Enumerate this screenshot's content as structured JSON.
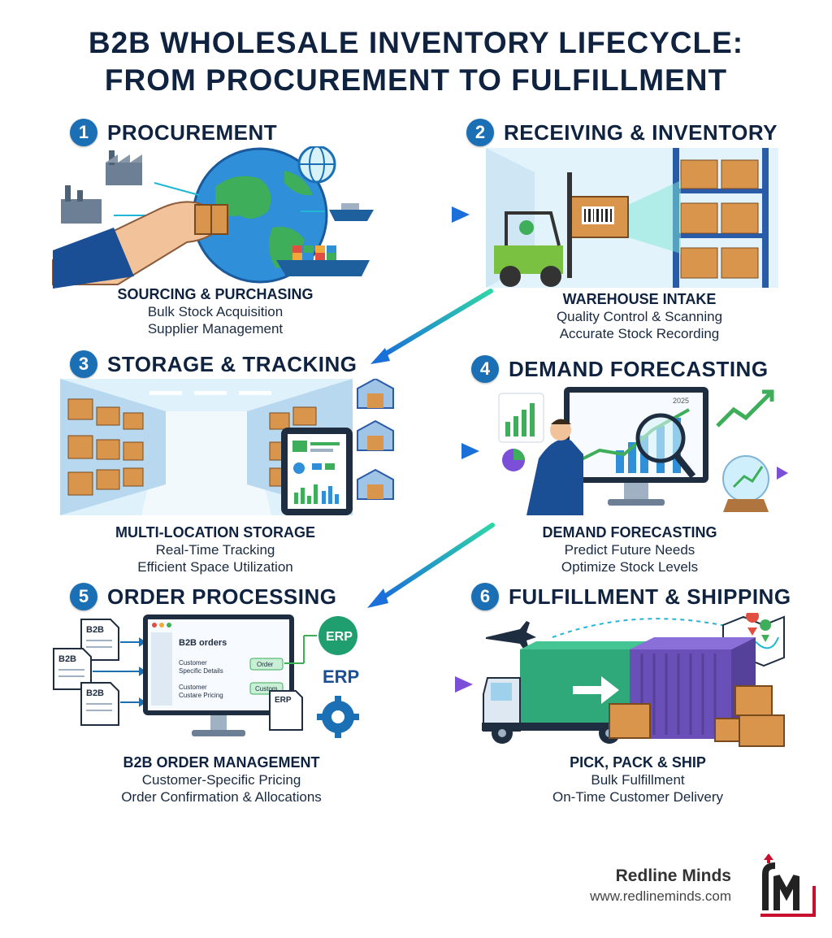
{
  "title": {
    "line1": "B2B WHOLESALE INVENTORY LIFECYCLE:",
    "line2": "FROM PROCUREMENT TO FULFILLMENT"
  },
  "steps": [
    {
      "number": "1",
      "heading": "PROCUREMENT",
      "caption_title": "SOURCING & PURCHASING",
      "lines": [
        "Bulk Stock Acquisition",
        "Supplier Management"
      ]
    },
    {
      "number": "2",
      "heading": "RECEIVING & INVENTORY",
      "caption_title": "WAREHOUSE INTAKE",
      "lines": [
        "Quality Control & Scanning",
        "Accurate Stock Recording"
      ]
    },
    {
      "number": "3",
      "heading": "STORAGE & TRACKING",
      "caption_title": "MULTI-LOCATION STORAGE",
      "lines": [
        "Real-Time Tracking",
        "Efficient Space Utilization"
      ]
    },
    {
      "number": "4",
      "heading": "DEMAND FORECASTING",
      "caption_title": "DEMAND FORECASTING",
      "lines": [
        "Predict Future Needs",
        "Optimize Stock Levels"
      ]
    },
    {
      "number": "5",
      "heading": "ORDER PROCESSING",
      "caption_title": "B2B ORDER MANAGEMENT",
      "lines": [
        "Customer-Specific Pricing",
        "Order Confirmation & Allocations"
      ]
    },
    {
      "number": "6",
      "heading": "FULFILLMENT & SHIPPING",
      "caption_title": "PICK, PACK & SHIP",
      "lines": [
        "Bulk Fulfillment",
        "On-Time Customer Delivery"
      ]
    }
  ],
  "illustration_labels": {
    "forecast_year": "2025",
    "doc_label": "B2B",
    "screen_title": "B2B orders",
    "row1_text_a": "Customer",
    "row1_text_b": "Specific Details",
    "row1_button": "Order",
    "row2_text_a": "Customer",
    "row2_text_b": "Custare Pricing",
    "row2_button": "Custom",
    "erp_badge": "ERP",
    "erp_text": "ERP",
    "erp_doc": "ERP"
  },
  "brand": {
    "name": "Redline Minds",
    "url": "www.redlineminds.com"
  },
  "colors": {
    "navy": "#0f2341",
    "step_badge": "#1b6fb5",
    "arrow_start": "#2fd6a8",
    "arrow_end": "#1a6fd8",
    "purple_arrow": "#7b4fd8",
    "brand_red": "#c8102e"
  },
  "icons": [
    "globe-icon",
    "factory-icon",
    "ship-icon",
    "forklift-icon",
    "warehouse-icon",
    "tablet-icon",
    "monitor-icon",
    "magnifier-icon",
    "crystal-ball-icon",
    "document-icon",
    "gear-icon",
    "airplane-icon",
    "truck-icon",
    "container-icon",
    "map-icon",
    "box-icon"
  ]
}
